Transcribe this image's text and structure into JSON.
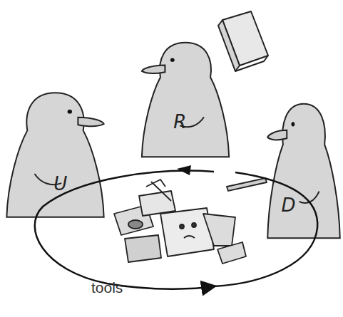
{
  "diagram": {
    "nodes": [
      {
        "text": [
          "R"
        ]
      },
      {
        "text": [
          "U"
        ]
      },
      {
        "text": [
          "D"
        ]
      }
    ],
    "labels": [
      "tools"
    ]
  }
}
